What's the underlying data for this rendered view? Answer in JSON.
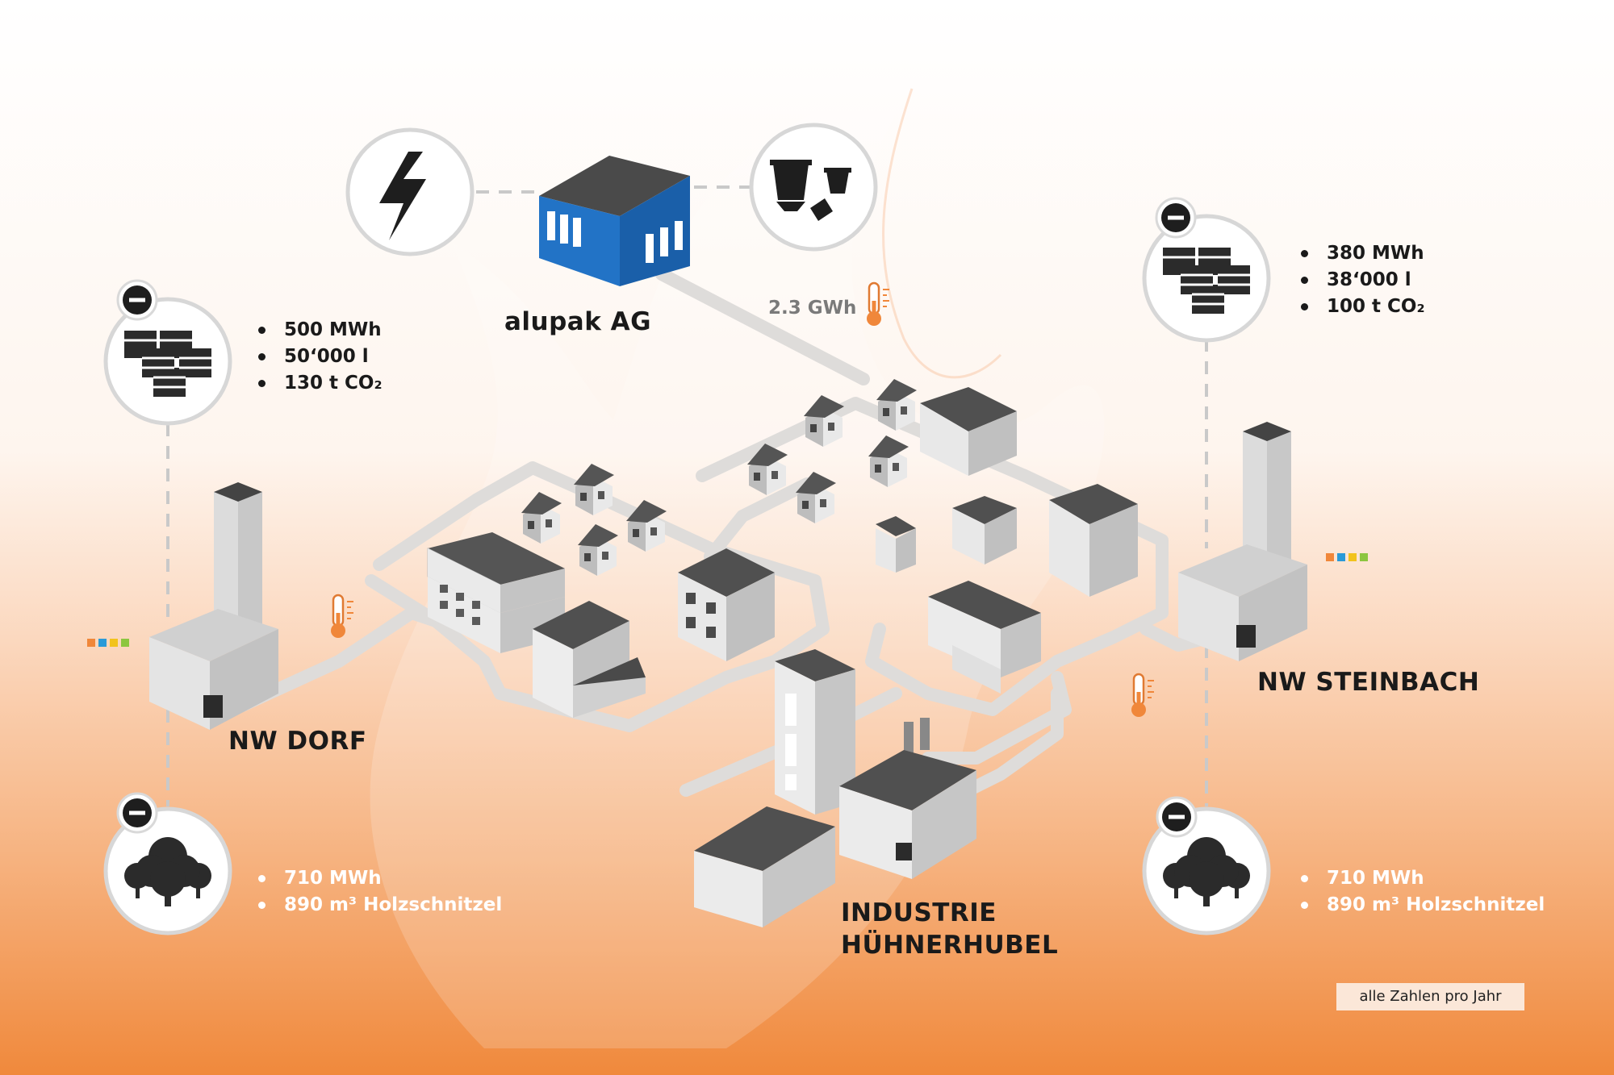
{
  "company": {
    "name": "alupak AG",
    "heat_label": "2.3 GWh"
  },
  "plants": [
    {
      "id": "dorf",
      "name": "NW DORF",
      "oil": [
        "500 MWh",
        "50‘000 l",
        "130 t CO₂"
      ],
      "wood": [
        "710 MWh",
        "890 m³ Holzschnitzel"
      ]
    },
    {
      "id": "steinbach",
      "name": "NW STEINBACH",
      "oil": [
        "380 MWh",
        "38‘000 l",
        "100 t CO₂"
      ],
      "wood": [
        "710 MWh",
        "890 m³ Holzschnitzel"
      ]
    }
  ],
  "industry": {
    "line1": "INDUSTRIE",
    "line2": "HÜHNERHUBEL"
  },
  "footnote": "alle Zahlen pro Jahr",
  "colors": {
    "accent_orange": "#f0873a",
    "building_blue": "#1f6fc0",
    "pipe": "#e2e0de",
    "dark": "#2b2b2b",
    "dot_row": [
      "#f0873a",
      "#2a9ad8",
      "#f2c31c",
      "#8cc63f"
    ]
  },
  "icons": [
    "lightning-icon",
    "coffee-capsules-icon",
    "oil-barrels-icon",
    "trees-icon",
    "thermometer-icon",
    "minus-icon"
  ]
}
